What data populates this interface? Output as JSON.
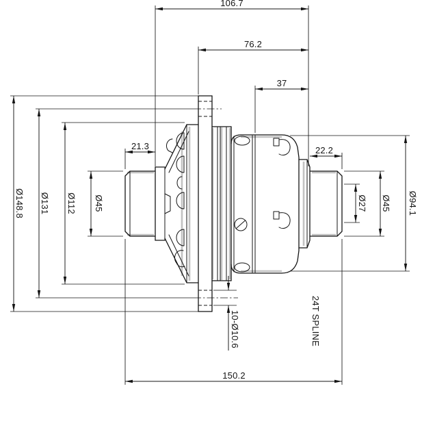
{
  "dims": {
    "w106_7": "106.7",
    "w76_2": "76.2",
    "w37": "37",
    "w21_3": "21.3",
    "w22_2": "22.2",
    "w150_2": "150.2",
    "d148_8": "Ø148.8",
    "d131": "Ø131",
    "d112": "Ø112",
    "d45_left": "Ø45",
    "d27": "Ø27",
    "d45_right": "Ø45",
    "d94_1": "Ø94.1",
    "bolt_holes": "10-Ø10.6",
    "spline_note": "24T SPLINE"
  }
}
